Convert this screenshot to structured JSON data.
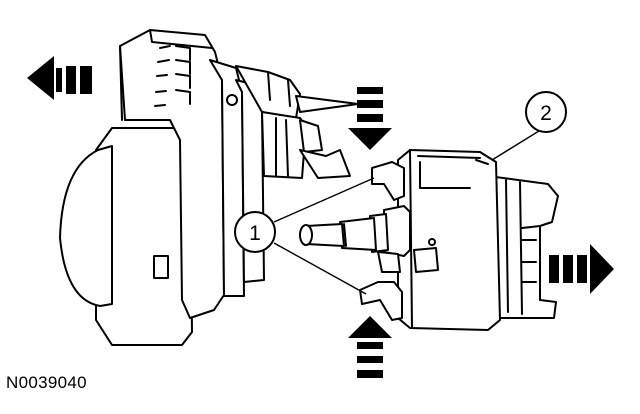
{
  "figure": {
    "id_label": "N0039040",
    "callouts": [
      {
        "number": "1"
      },
      {
        "number": "2"
      }
    ]
  }
}
